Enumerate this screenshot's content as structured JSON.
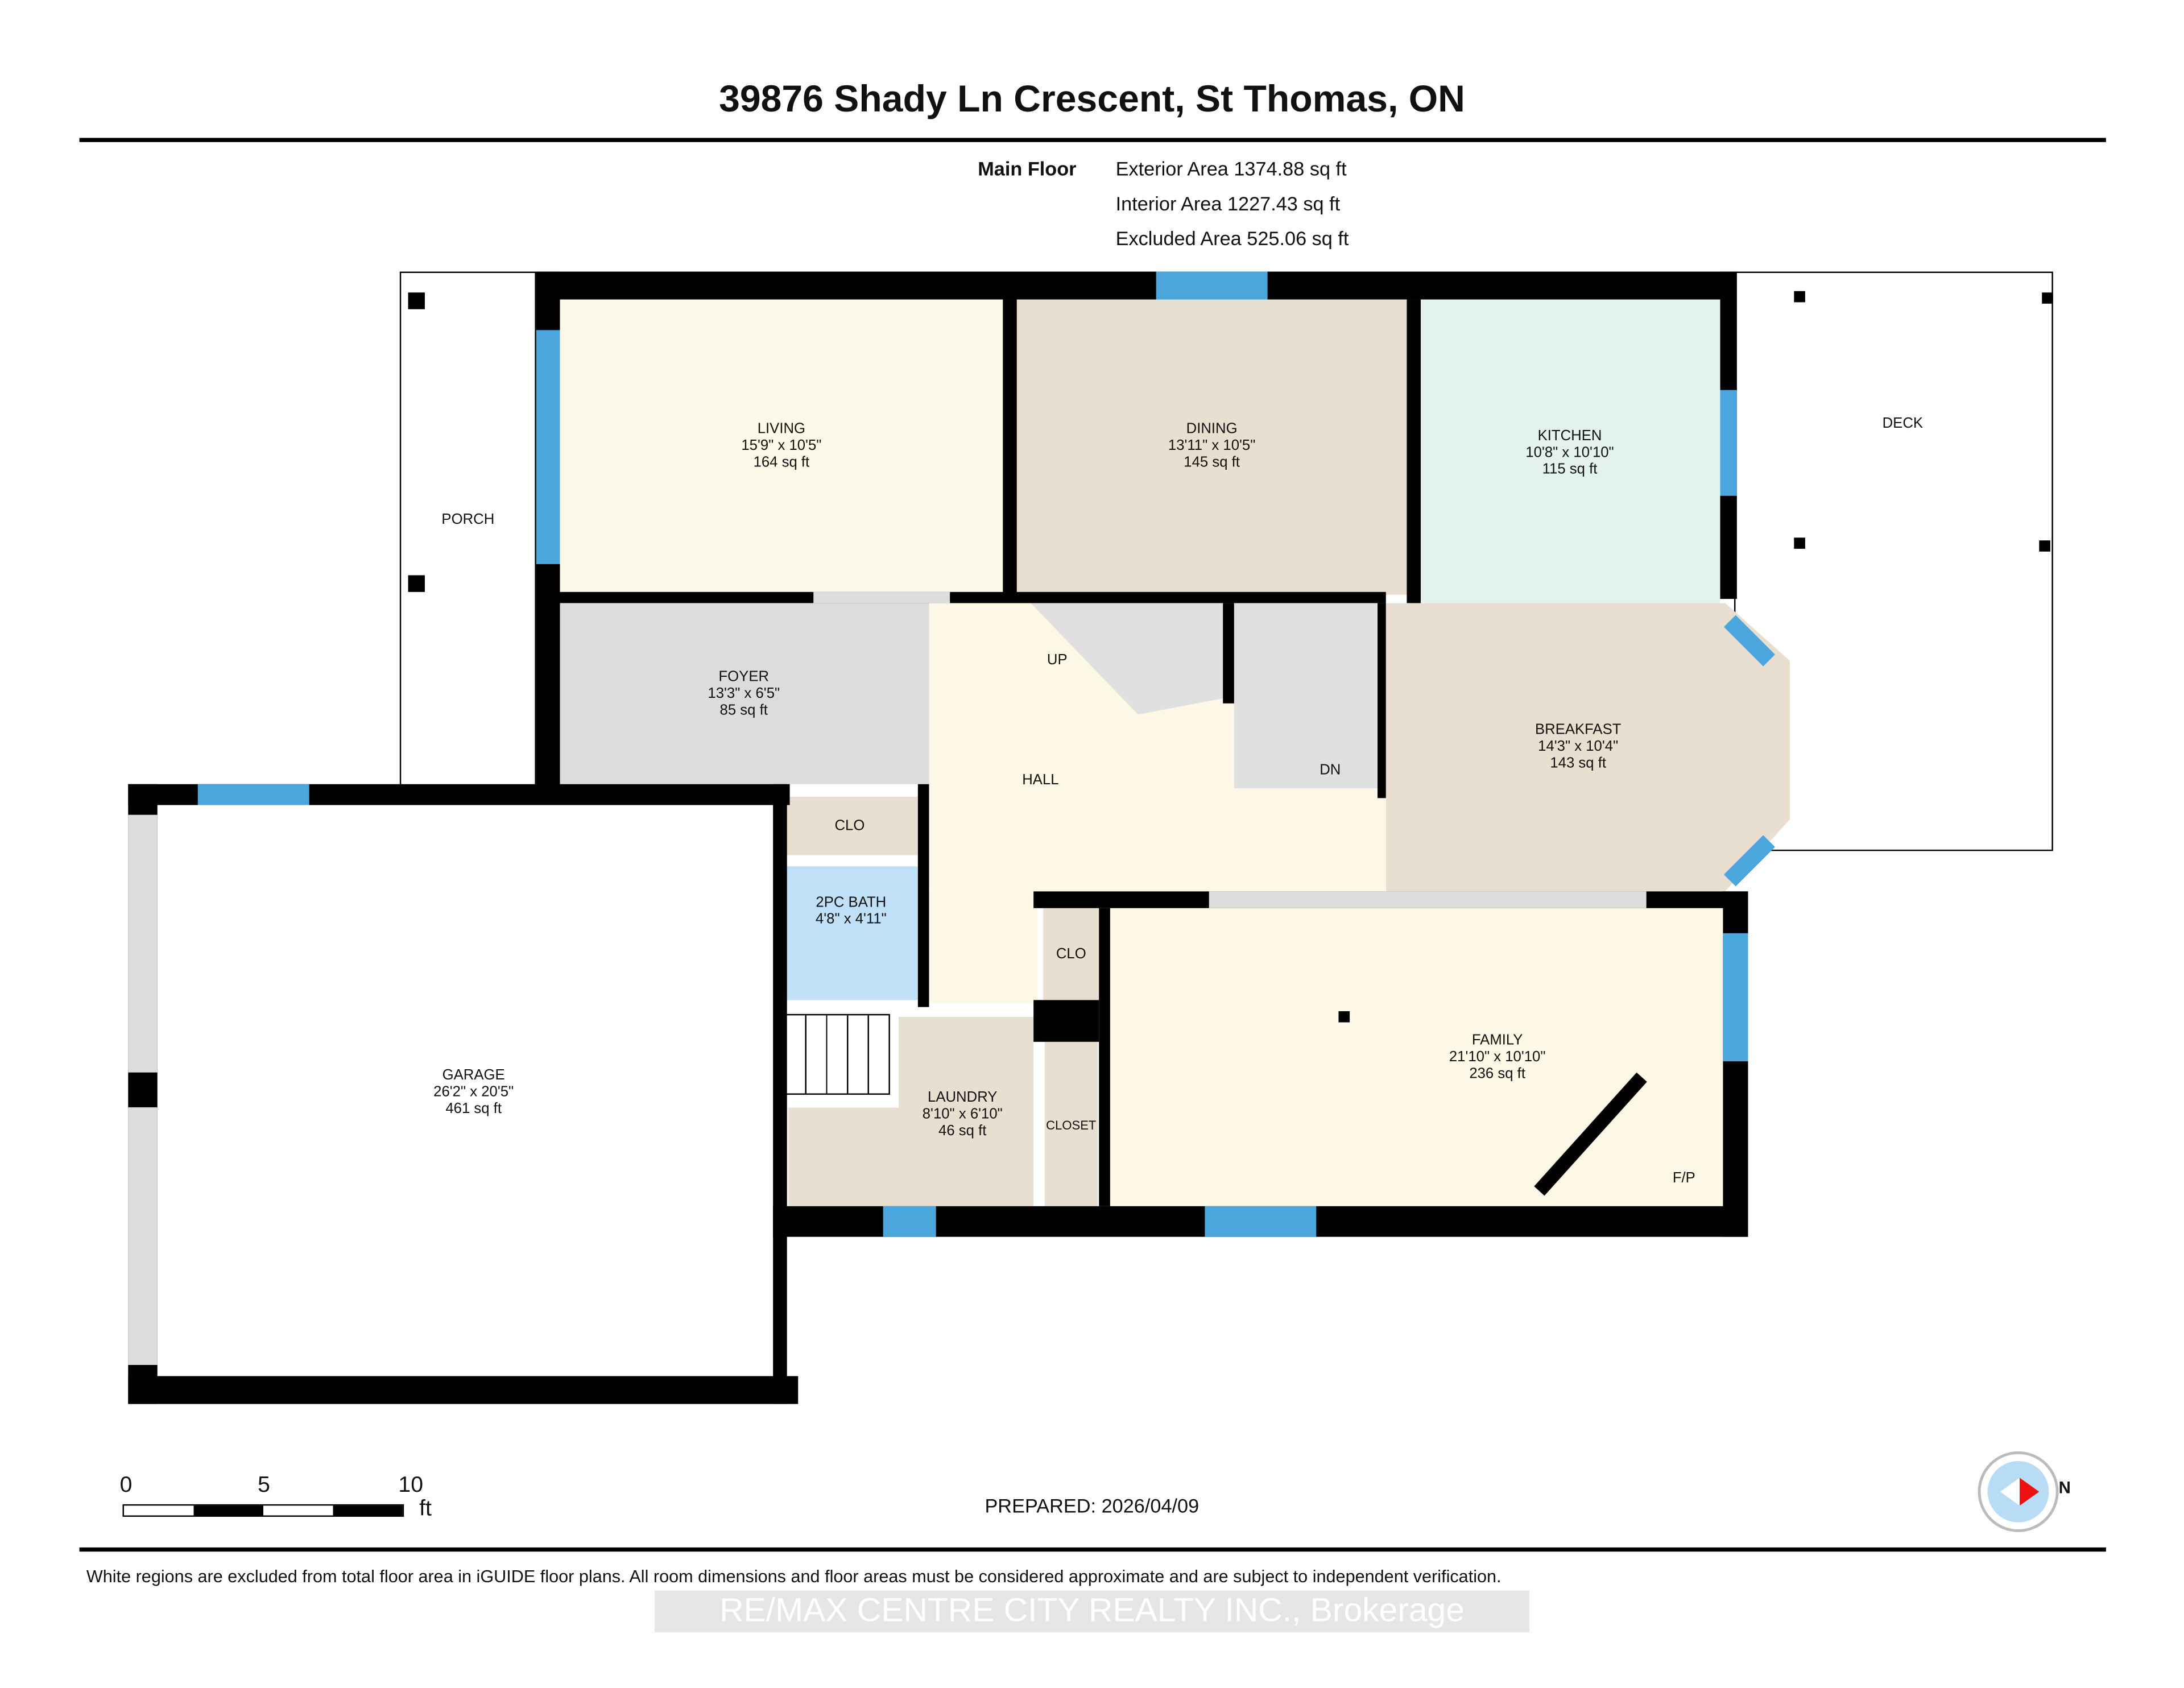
{
  "header": {
    "title": "39876 Shady Ln Crescent, St Thomas, ON",
    "floor_label": "Main Floor",
    "exterior_area": "Exterior Area 1374.88 sq ft",
    "interior_area": "Interior Area 1227.43 sq ft",
    "excluded_area": "Excluded Area 525.06 sq ft"
  },
  "rooms": {
    "porch": {
      "name": "PORCH"
    },
    "living": {
      "name": "LIVING",
      "dims": "15'9\" x 10'5\"",
      "area": "164 sq ft"
    },
    "dining": {
      "name": "DINING",
      "dims": "13'11\" x 10'5\"",
      "area": "145 sq ft"
    },
    "kitchen": {
      "name": "KITCHEN",
      "dims": "10'8\" x 10'10\"",
      "area": "115 sq ft"
    },
    "deck": {
      "name": "DECK"
    },
    "foyer": {
      "name": "FOYER",
      "dims": "13'3\" x 6'5\"",
      "area": "85 sq ft"
    },
    "hall": {
      "name": "HALL"
    },
    "stairs_up": {
      "name": "UP"
    },
    "stairs_down": {
      "name": "DN"
    },
    "breakfast": {
      "name": "BREAKFAST",
      "dims": "14'3\" x 10'4\"",
      "area": "143 sq ft"
    },
    "clo1": {
      "name": "CLO"
    },
    "bath": {
      "name": "2PC BATH",
      "dims": "4'8\" x 4'11\""
    },
    "clo2": {
      "name": "CLO"
    },
    "garage": {
      "name": "GARAGE",
      "dims": "26'2\" x 20'5\"",
      "area": "461 sq ft"
    },
    "laundry": {
      "name": "LAUNDRY",
      "dims": "8'10\" x 6'10\"",
      "area": "46 sq ft"
    },
    "closet": {
      "name": "CLOSET"
    },
    "family": {
      "name": "FAMILY",
      "dims": "21'10\" x 10'10\"",
      "area": "236 sq ft"
    },
    "fireplace": {
      "name": "F/P"
    }
  },
  "colors": {
    "living": "#fdf9e8",
    "dining": "#e8dfd0",
    "kitchen": "#e4f2ec",
    "foyer": "#dcdcdc",
    "hall": "#fdf8e6",
    "breakfast": "#e8dfd0",
    "closet": "#e8dfd0",
    "bath": "#bfe0f7",
    "family": "#fdf8e6",
    "window": "#4aa6dc"
  },
  "scale_bar": {
    "ticks": [
      "0",
      "5",
      "10"
    ],
    "unit": "ft"
  },
  "prepared": "PREPARED: 2026/04/09",
  "compass": {
    "label": "N"
  },
  "footer": {
    "disclaimer": "White regions are excluded from total floor area in iGUIDE floor plans. All room dimensions and floor areas must be considered approximate and are subject to independent verification.",
    "watermark": "RE/MAX CENTRE CITY REALTY INC., Brokerage"
  }
}
